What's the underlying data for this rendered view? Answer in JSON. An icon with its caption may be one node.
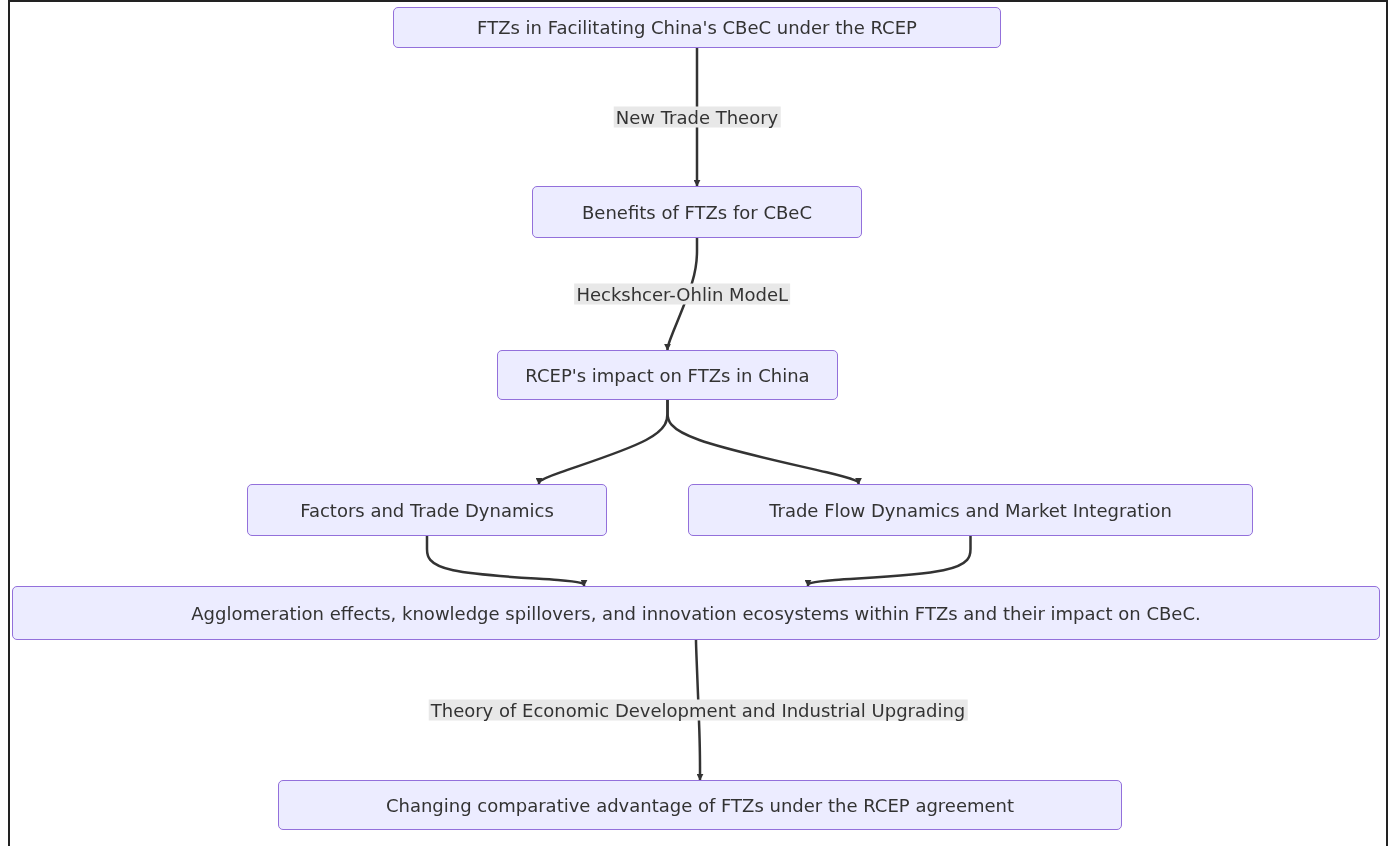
{
  "diagram": {
    "nodes": [
      {
        "text": [
          "FTZs in Facilitating China's CBeC under the RCEP"
        ]
      },
      {
        "text": [
          "Benefits of FTZs for CBeC"
        ]
      },
      {
        "text": [
          "RCEP's impact on FTZs in China"
        ]
      },
      {
        "text": [
          "Factors and Trade Dynamics"
        ]
      },
      {
        "text": [
          "Trade Flow Dynamics and Market Integration"
        ]
      },
      {
        "text": [
          "Agglomeration effects, knowledge spillovers, and innovation ecosystems within FTZs and their impact on CBeC."
        ]
      },
      {
        "text": [
          "Changing comparative advantage of FTZs under the RCEP agreement"
        ]
      }
    ],
    "edges": [
      {
        "from": 0,
        "to": 1,
        "arrow": "to",
        "label": "New Trade Theory"
      },
      {
        "from": 1,
        "to": 2,
        "arrow": "to",
        "label": "Heckshcer-Ohlin ModeL"
      },
      {
        "from": 2,
        "to": 3,
        "arrow": "to"
      },
      {
        "from": 2,
        "to": 4,
        "arrow": "to"
      },
      {
        "from": 3,
        "to": 5,
        "arrow": "to"
      },
      {
        "from": 4,
        "to": 5,
        "arrow": "to"
      },
      {
        "from": 5,
        "to": 6,
        "arrow": "to",
        "label": "Theory of Economic Development and Industrial Upgrading"
      }
    ]
  }
}
